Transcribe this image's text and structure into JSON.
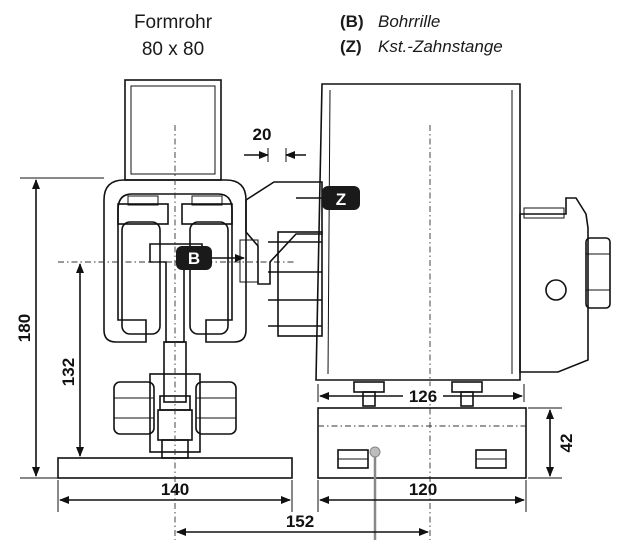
{
  "legend": {
    "profile_line1": "Formrohr",
    "profile_line2": "80 x 80",
    "b_key": "(B)",
    "b_text": "Bohrrille",
    "z_key": "(Z)",
    "z_text": "Kst.-Zahnstange"
  },
  "markers": {
    "b": "B",
    "z": "Z"
  },
  "dimensions": {
    "d20": "20",
    "d180": "180",
    "d132": "132",
    "d140": "140",
    "d126": "126",
    "d120": "120",
    "d42": "42",
    "d152": "152"
  },
  "colors": {
    "marker_bg": "#1a1a1a",
    "part_fill": "#efefef",
    "line": "#111111"
  }
}
